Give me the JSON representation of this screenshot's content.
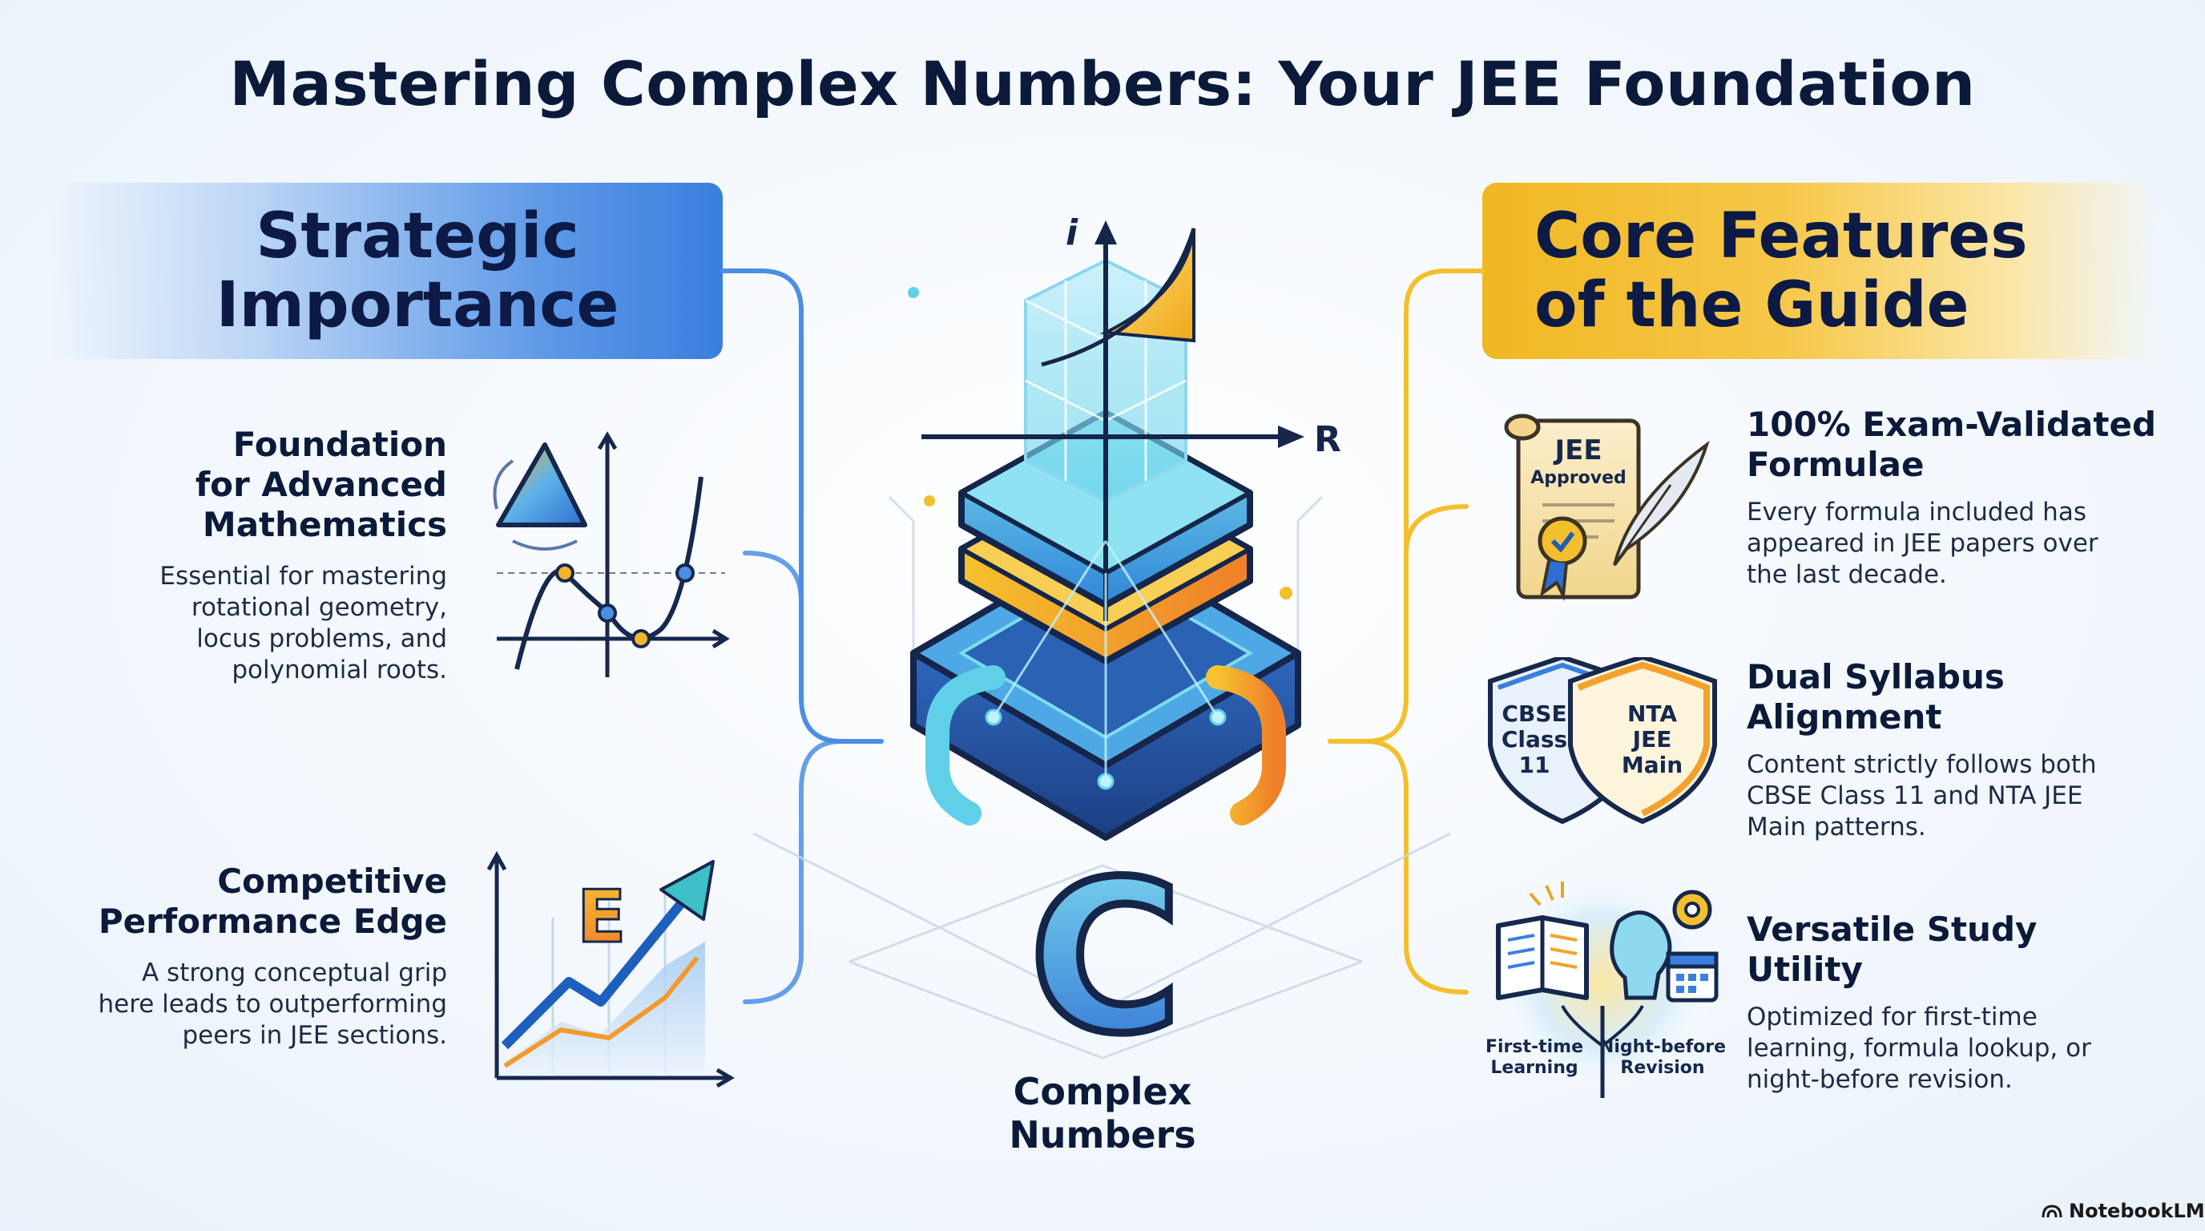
{
  "title": "Mastering Complex Numbers: Your JEE Foundation",
  "left_banner": {
    "line1": "Strategic",
    "line2": "Importance"
  },
  "right_banner": {
    "line1": "Core Features",
    "line2": "of the Guide"
  },
  "left_items": [
    {
      "heading_lines": [
        "Foundation",
        "for Advanced",
        "Mathematics"
      ],
      "desc_lines": [
        "Essential for mastering",
        "rotational geometry,",
        "locus problems, and",
        "polynomial roots."
      ]
    },
    {
      "heading_lines": [
        "Competitive",
        "Performance Edge"
      ],
      "desc_lines": [
        "A strong conceptual grip",
        "here leads to outperforming",
        "peers in JEE sections."
      ]
    }
  ],
  "right_items": [
    {
      "heading_lines": [
        "100% Exam-Validated",
        "Formulae"
      ],
      "desc_lines": [
        "Every formula included has",
        "appeared in JEE papers over",
        "the last decade."
      ]
    },
    {
      "heading_lines": [
        "Dual Syllabus",
        "Alignment"
      ],
      "desc_lines": [
        "Content strictly follows both",
        "CBSE Class 11 and NTA JEE",
        "Main patterns."
      ]
    },
    {
      "heading_lines": [
        "Versatile Study",
        "Utility"
      ],
      "desc_lines": [
        "Optimized for first-time",
        "learning, formula lookup, or",
        "night-before revision."
      ]
    }
  ],
  "center": {
    "axis_imag": "i",
    "axis_real": "R",
    "letter": "C",
    "caption_lines": [
      "Complex",
      "Numbers"
    ]
  },
  "icons": {
    "scroll": {
      "line1": "JEE",
      "line2": "Approved",
      "name": "scroll-icon"
    },
    "shield_left": [
      "CBSE",
      "Class",
      "11"
    ],
    "shield_right": [
      "NTA",
      "JEE",
      "Main"
    ],
    "study_left": [
      "First-time",
      "Learning"
    ],
    "study_right": [
      "Night-before",
      "Revision"
    ],
    "growth_letter": "E"
  },
  "brand": "NotebookLM",
  "colors": {
    "navy": "#0c1a3a",
    "blue": "#3a7fdf",
    "gold": "#f0b722",
    "cyan": "#5fd0e8",
    "orange": "#f39a2e"
  }
}
